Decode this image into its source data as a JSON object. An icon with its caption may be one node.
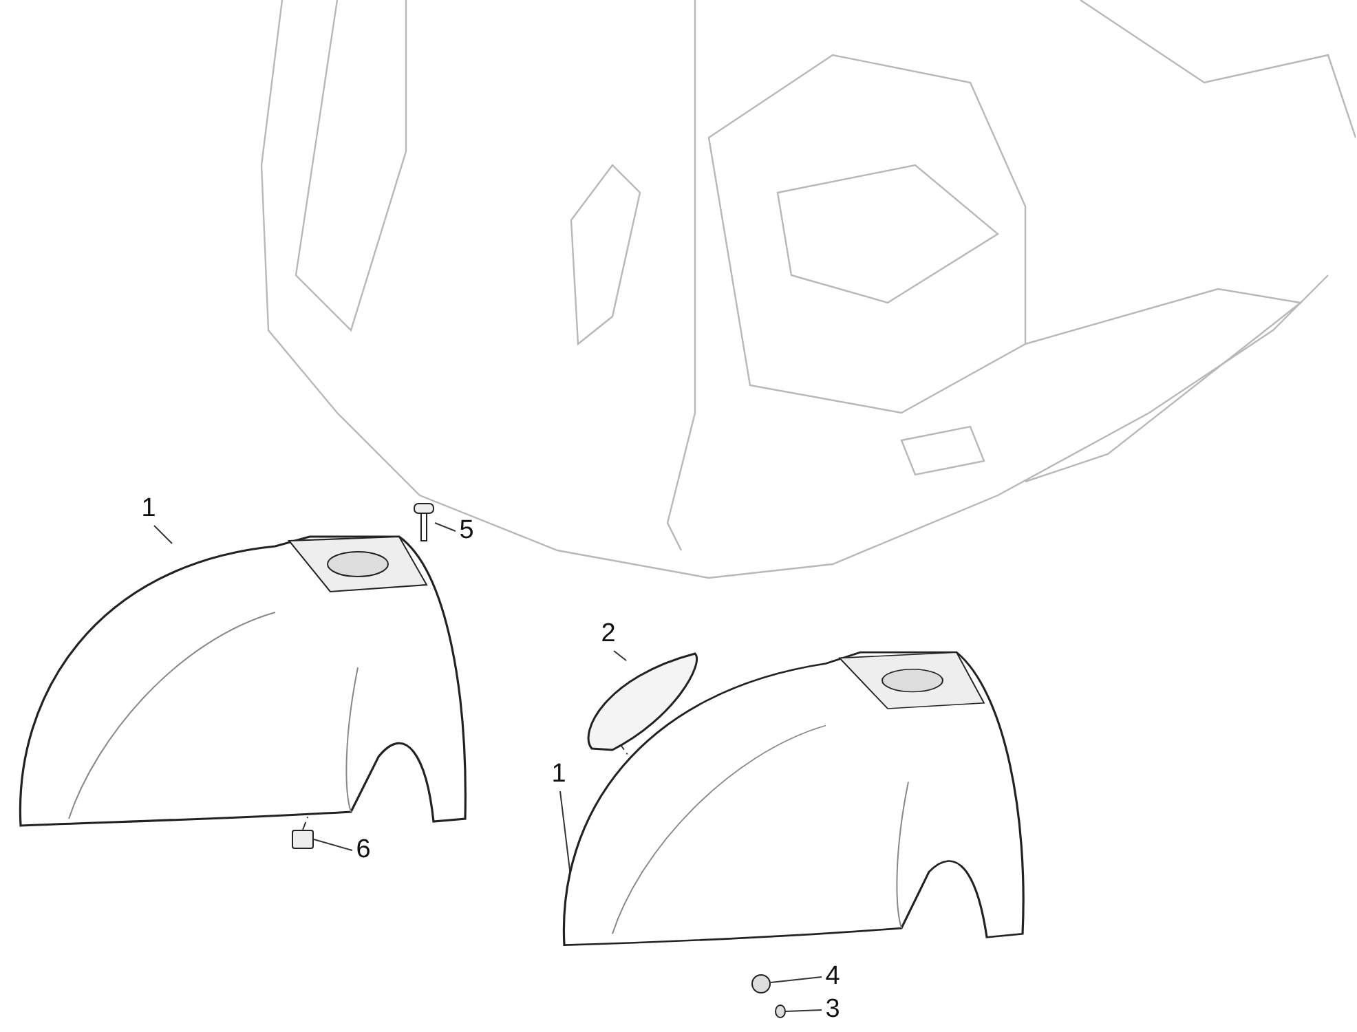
{
  "diagram": {
    "nodes": [
      {
        "text": [
          "1"
        ]
      },
      {
        "text": [
          "5"
        ]
      },
      {
        "text": [
          "2"
        ]
      },
      {
        "text": [
          "1"
        ]
      },
      {
        "text": [
          "6"
        ]
      },
      {
        "text": [
          "4"
        ]
      },
      {
        "text": [
          "3"
        ]
      },
      {
        "text": [],
        "shape": "picture"
      },
      {
        "text": [],
        "shape": "picture"
      },
      {
        "text": [],
        "shape": "picture"
      },
      {
        "text": [],
        "shape": "picture"
      },
      {
        "text": [],
        "shape": "box"
      },
      {
        "text": [],
        "shape": "circle"
      },
      {
        "text": [],
        "shape": "circle"
      }
    ],
    "edges": [
      {
        "from": 0,
        "to": 7,
        "arrow": "none"
      },
      {
        "from": 1,
        "to": 8,
        "arrow": "none"
      },
      {
        "from": 2,
        "to": 9,
        "arrow": "none"
      },
      {
        "from": 3,
        "to": 10,
        "arrow": "none"
      },
      {
        "from": 4,
        "to": 11,
        "arrow": "none"
      },
      {
        "from": 5,
        "to": 12,
        "arrow": "none"
      },
      {
        "from": 6,
        "to": 13,
        "arrow": "none"
      },
      {
        "from": 11,
        "to": 7,
        "arrow": "none",
        "style": "dashed"
      },
      {
        "from": 9,
        "to": 10,
        "arrow": "none",
        "style": "dashed"
      }
    ]
  }
}
